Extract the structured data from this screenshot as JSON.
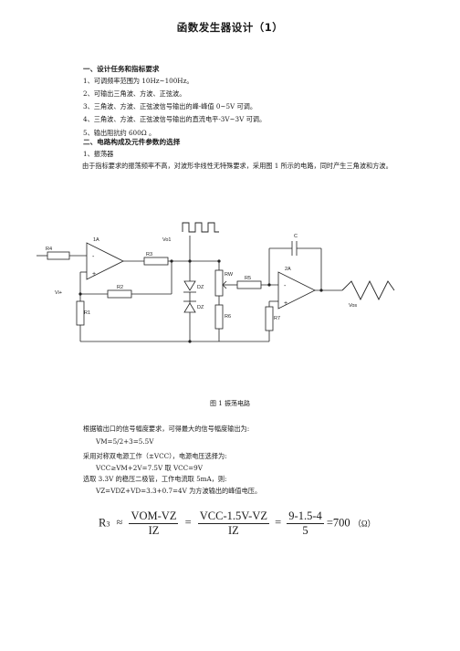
{
  "doc": {
    "title": "函数发生器设计（1）",
    "sec1": {
      "heading": "一、设计任务和指标要求",
      "items": [
        "1、可调频率范围为 10Hz~100Hz。",
        "2、可输出三角波、方波、正弦波。",
        "3、三角波、方波、正弦波信号输出的峰-峰值 0~5V 可调。",
        "4、三角波、方波、正弦波信号输出的直流电平-3V~3V 可调。",
        "5、输出阻抗约 600Ω 。"
      ]
    },
    "sec2": {
      "heading": "二、电路构成及元件参数的选择",
      "sub": "1、振荡器",
      "para": "由于指标要求的振荡频率不高，对波形非线性无特殊要求，采用图 1 所示的电路，同时产生三角波和方波。"
    },
    "circuit": {
      "labels": {
        "r4": "R4",
        "op1": "1A",
        "op1_minus": "-",
        "op1_plus": "+",
        "vo1": "Vo1",
        "r3": "R3",
        "rw": "RW",
        "r5": "R5",
        "c": "C",
        "op2": "2A",
        "op2_minus": "-",
        "op2_plus": "+",
        "vi": "Vi+",
        "r2": "R2",
        "dz1": "DZ",
        "dz2": "DZ",
        "r6": "R6",
        "r1": "R1",
        "r7": "R7",
        "vos": "Vos"
      }
    },
    "caption": "图 1    振荡电路",
    "calc": {
      "line1": "根据输出口的信号幅度要求，可得最大的信号幅度输出为:",
      "line2": "VM=5/2+3=5.5V",
      "line3": "采用对称双电源工作（±VCC），电源电压选择为:",
      "line4": "VCC≥VM+2V=7.5V          取 VCC=9V",
      "line5": "选取 3.3V 的稳压二极管，工作电流取 5mA，则:",
      "line6": "VZ=VDZ+VD=3.3+0.7=4V       为方波输出的峰值电压。"
    },
    "formula": {
      "r3": "R",
      "r3_sub": "3",
      "approx": "≈",
      "num1": "VOM-VZ",
      "den1": "IZ",
      "eq1": "=",
      "num2": "VCC-1.5V-VZ",
      "den2": "IZ",
      "eq2": "=",
      "num3": "9-1.5-4",
      "den3": "5",
      "result": "=700",
      "unit": "（Ω）"
    }
  }
}
